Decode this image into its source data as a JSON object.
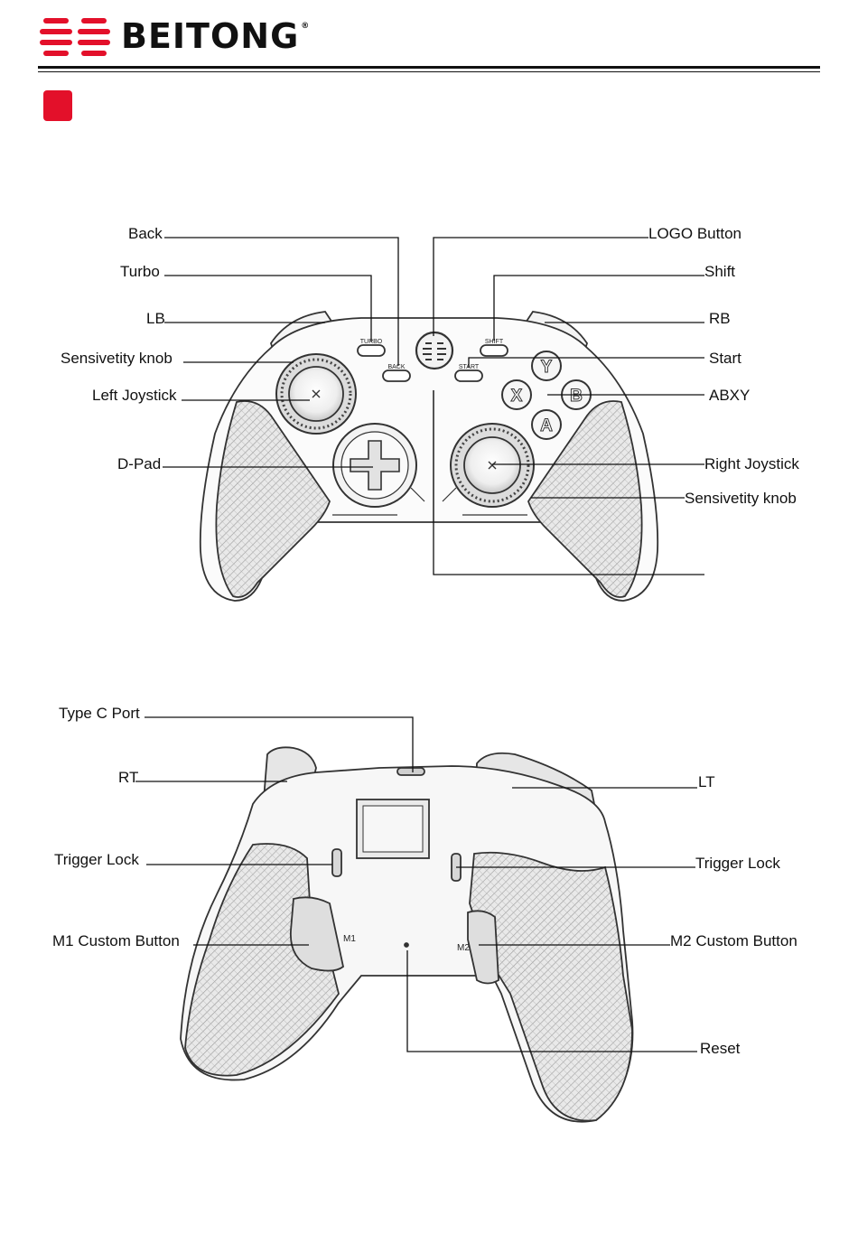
{
  "brand": {
    "name": "BEITONG",
    "registered": "®",
    "accent_color": "#e3102a"
  },
  "section_marker": {
    "color": "#e3102a",
    "icon": "red-square"
  },
  "front_view": {
    "labels": {
      "back": "Back",
      "turbo": "Turbo",
      "lb": "LB",
      "sens_left": "Sensivetity knob",
      "left_joystick": "Left Joystick",
      "dpad": "D-Pad",
      "logo_button": "LOGO Button",
      "shift": "Shift",
      "rb": "RB",
      "start": "Start",
      "abxy": "ABXY",
      "right_joystick": "Right Joystick",
      "sens_right": "Sensivetity knob"
    },
    "button_text": {
      "turbo": "TURBO",
      "back": "BACK",
      "shift": "SHIFT",
      "start": "START",
      "y": "Y",
      "x": "X",
      "b": "B",
      "a": "A"
    }
  },
  "back_view": {
    "labels": {
      "type_c": "Type C Port",
      "rt": "RT",
      "trigger_lock_left": "Trigger Lock",
      "m1": "M1 Custom Button",
      "lt": "LT",
      "trigger_lock_right": "Trigger Lock",
      "m2": "M2 Custom Button",
      "reset": "Reset"
    },
    "button_text": {
      "m1": "M1",
      "m2": "M2"
    }
  }
}
